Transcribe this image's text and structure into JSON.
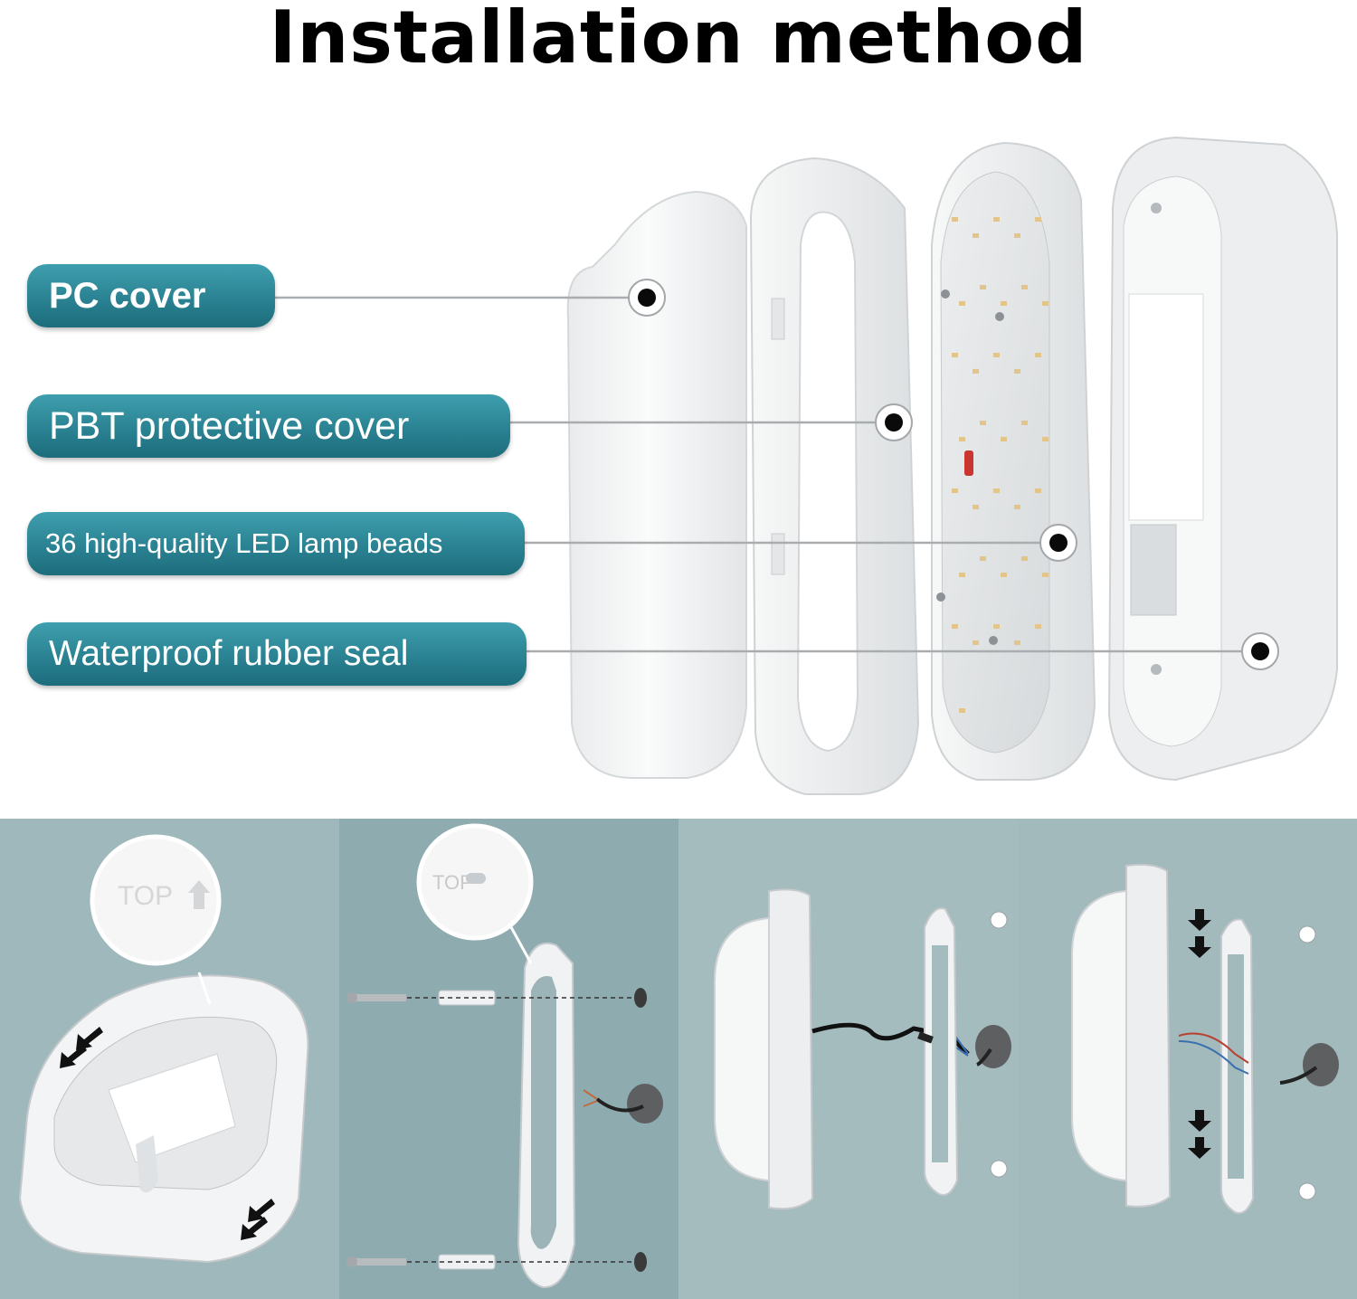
{
  "title": "Installation method",
  "components": [
    {
      "label": "PC cover"
    },
    {
      "label": "PBT protective cover"
    },
    {
      "label": "36 high-quality LED lamp beads"
    },
    {
      "label": "Waterproof rubber seal"
    }
  ],
  "steps": [
    {
      "icon": "open-housing-illustration",
      "marker_text": "TOP"
    },
    {
      "icon": "mount-backplate-illustration",
      "marker_text": "TOP"
    },
    {
      "icon": "connect-wires-illustration"
    },
    {
      "icon": "attach-lamp-illustration"
    }
  ],
  "colors": {
    "label_bg": "#2a8292",
    "panel_bg": "#9db5b9",
    "panel_bg_alt": "#8eaaae",
    "product_white": "#f4f5f6"
  }
}
